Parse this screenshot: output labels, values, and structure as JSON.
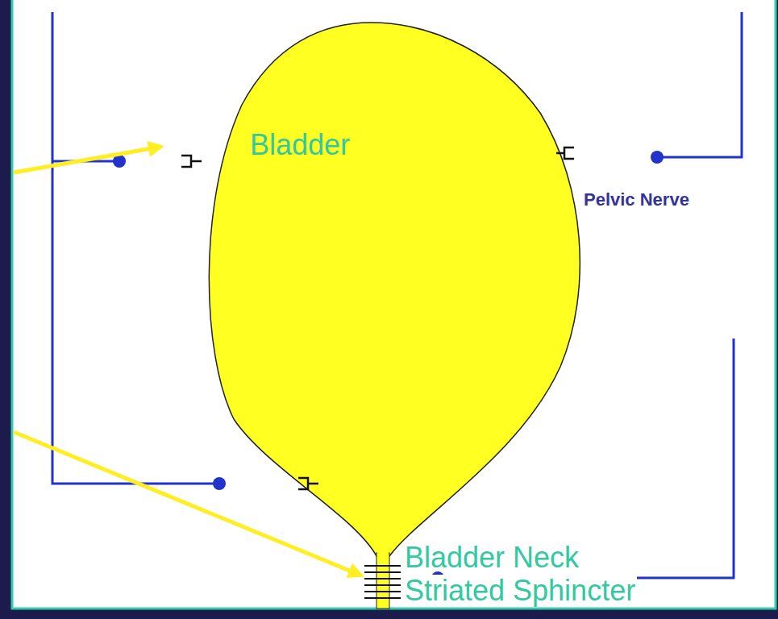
{
  "diagram": {
    "labels": [
      "Bladder",
      "Pelvic Nerve",
      "Bladder Neck",
      "Striated Sphincter"
    ]
  }
}
